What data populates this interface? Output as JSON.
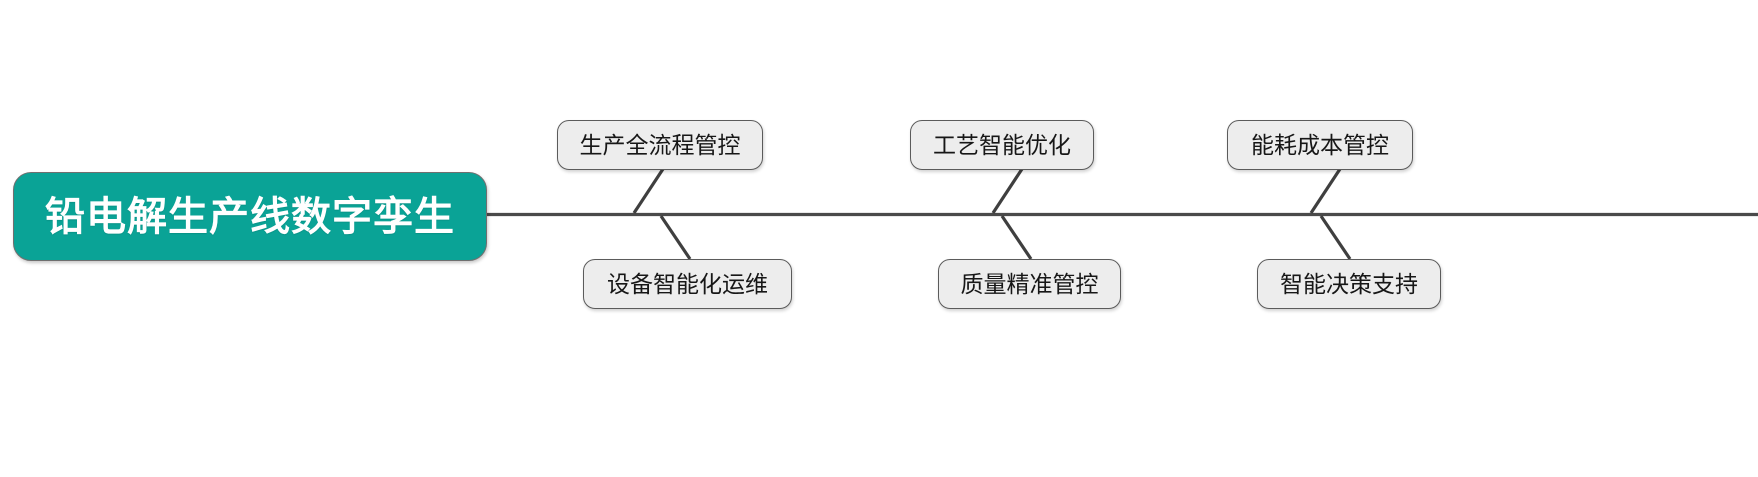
{
  "diagram": {
    "type": "fishbone",
    "title": "铅电解生产线数字孪生",
    "spine": {
      "stroke_color": "#4a4a4a",
      "stroke_width": 3
    },
    "root": {
      "label": "铅电解生产线数字孪生",
      "fill_color": "#0AA396",
      "text_color": "#FFFFFF",
      "border_color": "#6F6F6F"
    },
    "branch_style": {
      "fill_color": "#EDEDED",
      "text_color": "#171717",
      "border_color": "#5B5B5B",
      "connector_color": "#3F3F3F"
    },
    "branches": [
      {
        "label": "生产全流程管控",
        "side": "top",
        "index": 0
      },
      {
        "label": "工艺智能优化",
        "side": "top",
        "index": 1
      },
      {
        "label": "能耗成本管控",
        "side": "top",
        "index": 2
      },
      {
        "label": "设备智能化运维",
        "side": "bottom",
        "index": 3
      },
      {
        "label": "质量精准管控",
        "side": "bottom",
        "index": 4
      },
      {
        "label": "智能决策支持",
        "side": "bottom",
        "index": 5
      }
    ]
  }
}
